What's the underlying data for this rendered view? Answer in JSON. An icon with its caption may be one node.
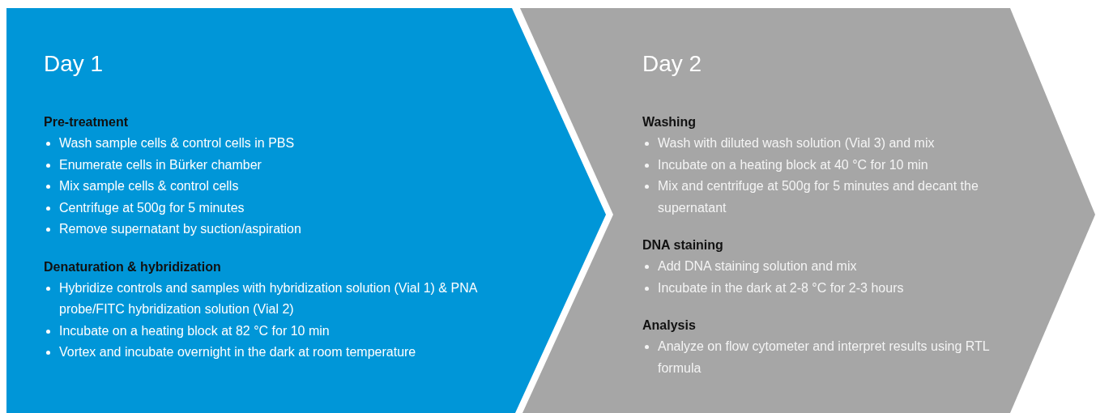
{
  "diagram": {
    "nodes": [
      {
        "text": [
          "Day 1",
          "Pre-treatment",
          "Wash sample cells & control cells in PBS",
          "Enumerate cells in Bürker chamber",
          "Mix sample cells & control cells",
          "Centrifuge at 500g for 5 minutes",
          "Remove supernatant by suction/aspiration",
          "Denaturation & hybridization",
          "Hybridize controls and samples with hybridization solution (Vial 1) & PNA probe/FITC hybridization solution (Vial 2)",
          "Incubate on a heating block at 82 °C for 10 min",
          "Vortex and incubate overnight in the dark at room temperature"
        ]
      },
      {
        "text": [
          "Day 2",
          "Washing",
          "Wash with diluted wash solution (Vial 3) and mix",
          "Incubate on a heating block at 40 °C for 10 min",
          "Mix and centrifuge at 500g for 5 minutes and decant the supernatant",
          "DNA staining",
          "Add DNA staining solution and mix",
          "Incubate in the dark at 2-8 °C for 2-3 hours",
          "Analysis",
          "Analyze on flow cytometer and interpret results using RTL formula"
        ]
      }
    ]
  }
}
